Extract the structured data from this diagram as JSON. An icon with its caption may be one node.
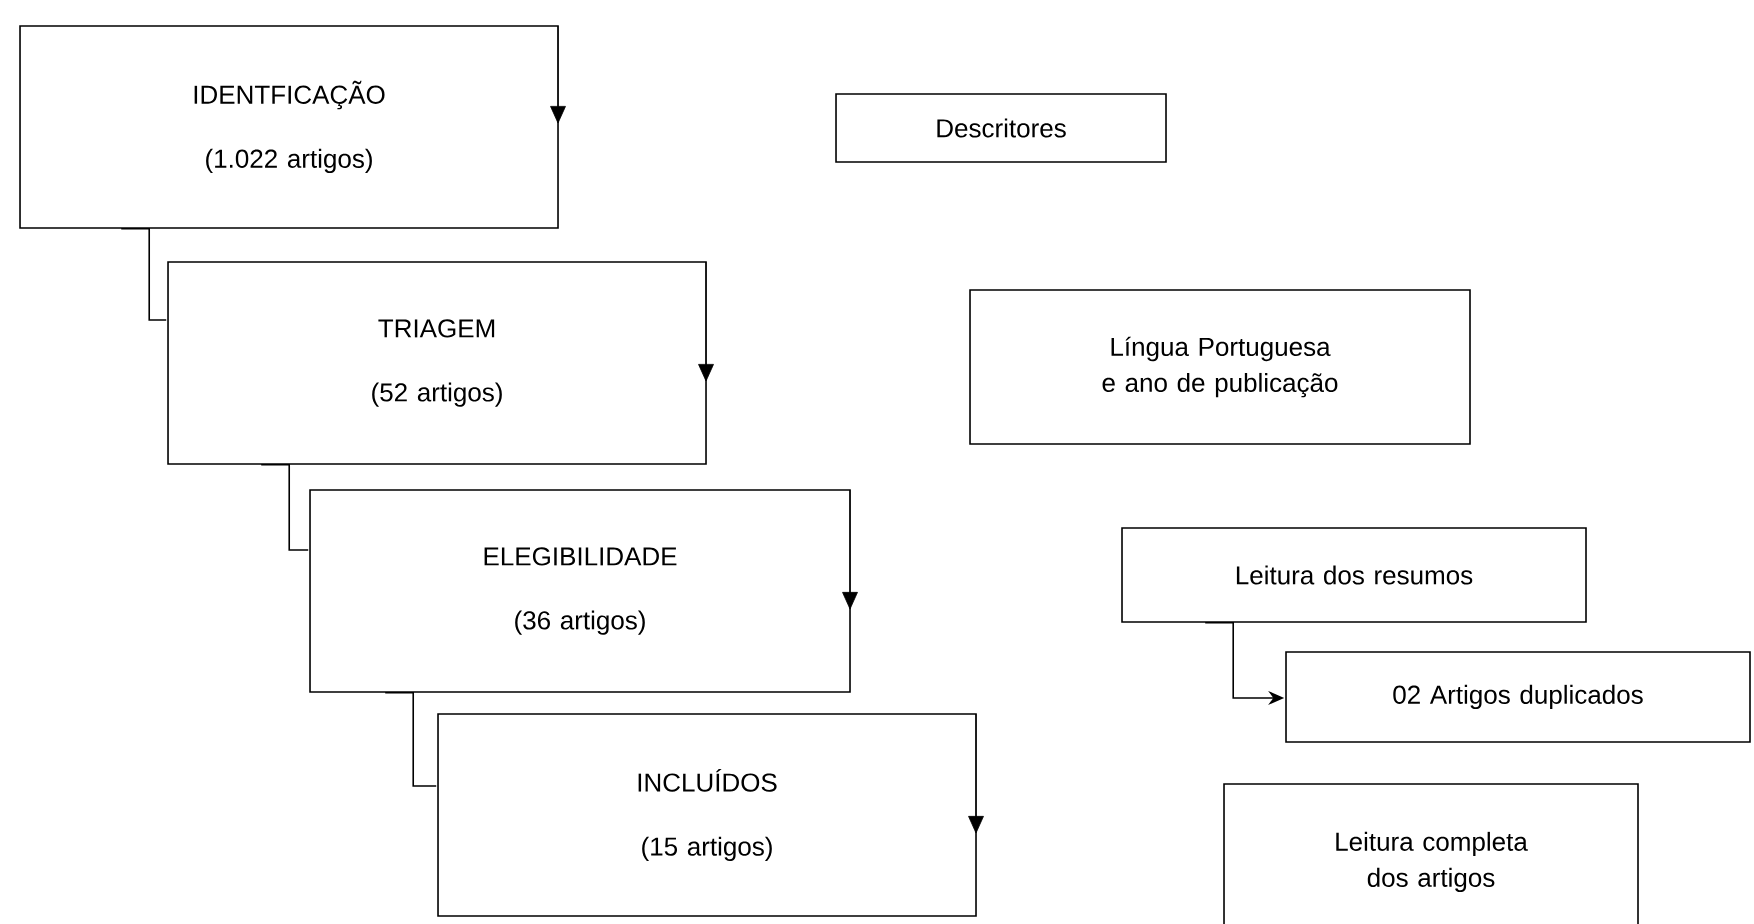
{
  "diagram": {
    "nodes": [
      {
        "text": [
          "IDENTFICAÇÃO",
          "(1.022 artigos)"
        ]
      },
      {
        "text": [
          "TRIAGEM",
          "(52 artigos)"
        ]
      },
      {
        "text": [
          "ELEGIBILIDADE",
          "(36 artigos)"
        ]
      },
      {
        "text": [
          "INCLUÍDOS",
          "(15 artigos)"
        ]
      },
      {
        "text": [
          "Descritores"
        ]
      },
      {
        "text": [
          "Língua Portuguesa e ano de publicação"
        ]
      },
      {
        "text": [
          "Leitura dos resumos"
        ]
      },
      {
        "text": [
          "02 Artigos duplicados"
        ]
      },
      {
        "text": [
          "Leitura completa dos artigos"
        ]
      }
    ],
    "edges": [
      {
        "from": 0,
        "to": 1,
        "arrow": "none"
      },
      {
        "from": 1,
        "to": 2,
        "arrow": "none"
      },
      {
        "from": 2,
        "to": 3,
        "arrow": "none"
      },
      {
        "from": 6,
        "to": 7,
        "arrow": "to"
      }
    ]
  }
}
